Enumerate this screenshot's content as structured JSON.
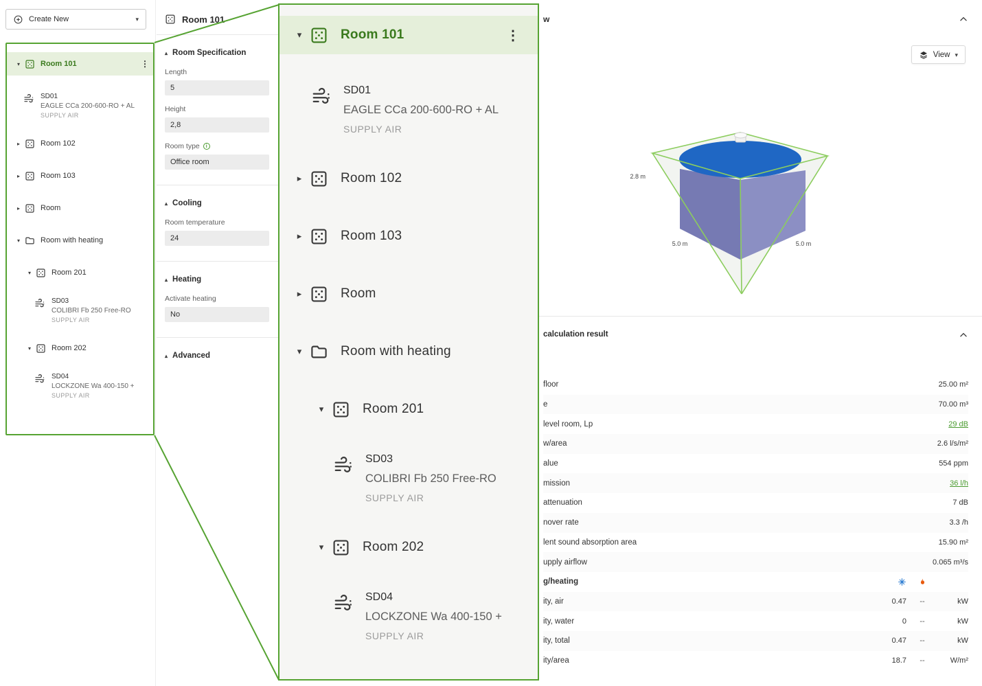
{
  "colors": {
    "accent_green": "#56a332",
    "selected_bg": "#e7f0dd",
    "selected_text": "#3a7a1d",
    "link_green": "#4a9b2f",
    "snowflake_blue": "#2d7dd2",
    "flame_orange": "#e8590c",
    "pattern_blue": "#1f67c4",
    "wall_purple": "#6e72b0"
  },
  "icons": [
    "create-new-icon",
    "chevron-down-icon",
    "room-icon",
    "folder-icon",
    "air-diffuser-icon",
    "kebab-menu-icon",
    "collapse-caret-icon",
    "info-icon",
    "layers-icon",
    "collapse-chevron-icon",
    "snowflake-icon",
    "flame-icon"
  ],
  "left_panel": {
    "create_new_label": "Create New"
  },
  "tree": [
    {
      "type": "room",
      "label": "Room 101",
      "state": "expanded",
      "selected": true,
      "kebab": true,
      "children": [
        {
          "type": "diffuser",
          "code": "SD01",
          "name": "EAGLE CCa 200-600-RO + AL",
          "sub": "SUPPLY AIR"
        }
      ]
    },
    {
      "type": "room",
      "label": "Room 102",
      "state": "collapsed"
    },
    {
      "type": "room",
      "label": "Room 103",
      "state": "collapsed"
    },
    {
      "type": "room",
      "label": "Room",
      "state": "collapsed"
    },
    {
      "type": "folder",
      "label": "Room with heating",
      "state": "expanded",
      "children": [
        {
          "type": "room",
          "label": "Room 201",
          "state": "expanded",
          "children": [
            {
              "type": "diffuser",
              "code": "SD03",
              "name": "COLIBRI Fb 250 Free-RO",
              "sub": "SUPPLY AIR"
            }
          ]
        },
        {
          "type": "room",
          "label": "Room 202",
          "state": "expanded",
          "children": [
            {
              "type": "diffuser",
              "code": "SD04",
              "name": "LOCKZONE Wa 400-150 +",
              "sub": "SUPPLY AIR"
            }
          ]
        }
      ]
    }
  ],
  "spec_panel": {
    "title": "Room 101",
    "sections": [
      {
        "label": "Room Specification",
        "fields": [
          {
            "label": "Length",
            "value": "5"
          },
          {
            "label": "Height",
            "value": "2,8"
          },
          {
            "label": "Room type",
            "value": "Office room",
            "info": true
          }
        ]
      },
      {
        "label": "Cooling",
        "fields": [
          {
            "label": "Room temperature",
            "value": "24"
          }
        ]
      },
      {
        "label": "Heating",
        "fields": [
          {
            "label": "Activate heating",
            "value": "No"
          }
        ]
      },
      {
        "label": "Advanced",
        "fields": []
      }
    ]
  },
  "viewport": {
    "title_fragment": "w",
    "view_button_label": "View",
    "dimensions": {
      "height": "2.8 m",
      "left": "5.0 m",
      "right": "5.0 m"
    }
  },
  "results": {
    "title_fragment": "calculation result",
    "rows": [
      {
        "label": "floor",
        "value": "25.00 m²"
      },
      {
        "label": "e",
        "value": "70.00 m³"
      },
      {
        "label": "level room, Lp",
        "value": "29 dB",
        "link": true
      },
      {
        "label": "w/area",
        "value": "2.6 l/s/m²"
      },
      {
        "label": "alue",
        "value": "554 ppm"
      },
      {
        "label": "mission",
        "value": "36 l/h",
        "link": true
      },
      {
        "label": "attenuation",
        "value": "7 dB"
      },
      {
        "label": "nover rate",
        "value": "3.3 /h"
      },
      {
        "label": "lent sound absorption area",
        "value": "15.90 m²"
      },
      {
        "label": "upply airflow",
        "value": "0.065 m³/s"
      },
      {
        "label": "g/heating",
        "bold": true,
        "icons": true
      },
      {
        "label": "ity, air",
        "cols": [
          "0.47",
          "--",
          "kW"
        ]
      },
      {
        "label": "ity, water",
        "cols": [
          "0",
          "--",
          "kW"
        ]
      },
      {
        "label": "ity, total",
        "cols": [
          "0.47",
          "--",
          "kW"
        ]
      },
      {
        "label": "ity/area",
        "cols": [
          "18.7",
          "--",
          "W/m²"
        ]
      }
    ]
  }
}
